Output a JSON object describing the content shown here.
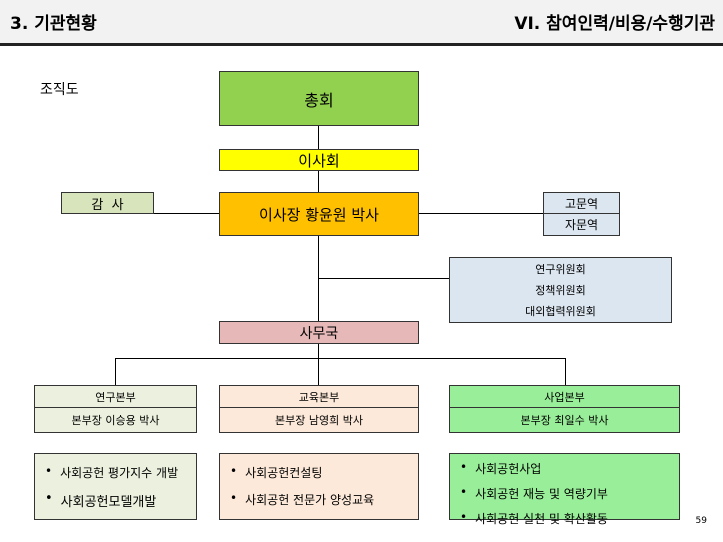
{
  "header": {
    "section_title": "3. 기관현황",
    "chapter_title": "VI. 참여인력/비용/수행기관"
  },
  "diagram_label": "조직도",
  "nodes": {
    "general_assembly": "총회",
    "board": "이사회",
    "auditor": "감  사",
    "president": "이사장 황윤원 박사",
    "advisor": "고문역",
    "consultant": "자문역",
    "committees": [
      "연구위원회",
      "정책위원회",
      "대외협력위원회"
    ],
    "secretariat": "사무국"
  },
  "divisions": [
    {
      "name": "연구본부",
      "head": "본부장 이승용 박사",
      "tasks": [
        "사회공헌 평가지수 개발",
        "사회공헌모델개발"
      ]
    },
    {
      "name": "교육본부",
      "head": "본부장 남영희 박사",
      "tasks": [
        "사회공헌컨설팅",
        "사회공헌 전문가 양성교육"
      ]
    },
    {
      "name": "사업본부",
      "head": "본부장 최일수 박사",
      "tasks": [
        "사회공헌사업",
        "사회공헌 재능 및 역량기부",
        "사회공헌 실천 및 확산활동"
      ]
    }
  ],
  "bullet": "•",
  "page_number": "59",
  "colors": {
    "assembly": "#92d050",
    "board": "#ffff00",
    "president": "#ffc000",
    "auditor": "#d8e4bc",
    "advisor": "#dce6f1",
    "committees": "#dce6f1",
    "secretariat": "#e6b8b7",
    "research": "#ebf1de",
    "education": "#fde9d9",
    "business": "#99ee99"
  }
}
